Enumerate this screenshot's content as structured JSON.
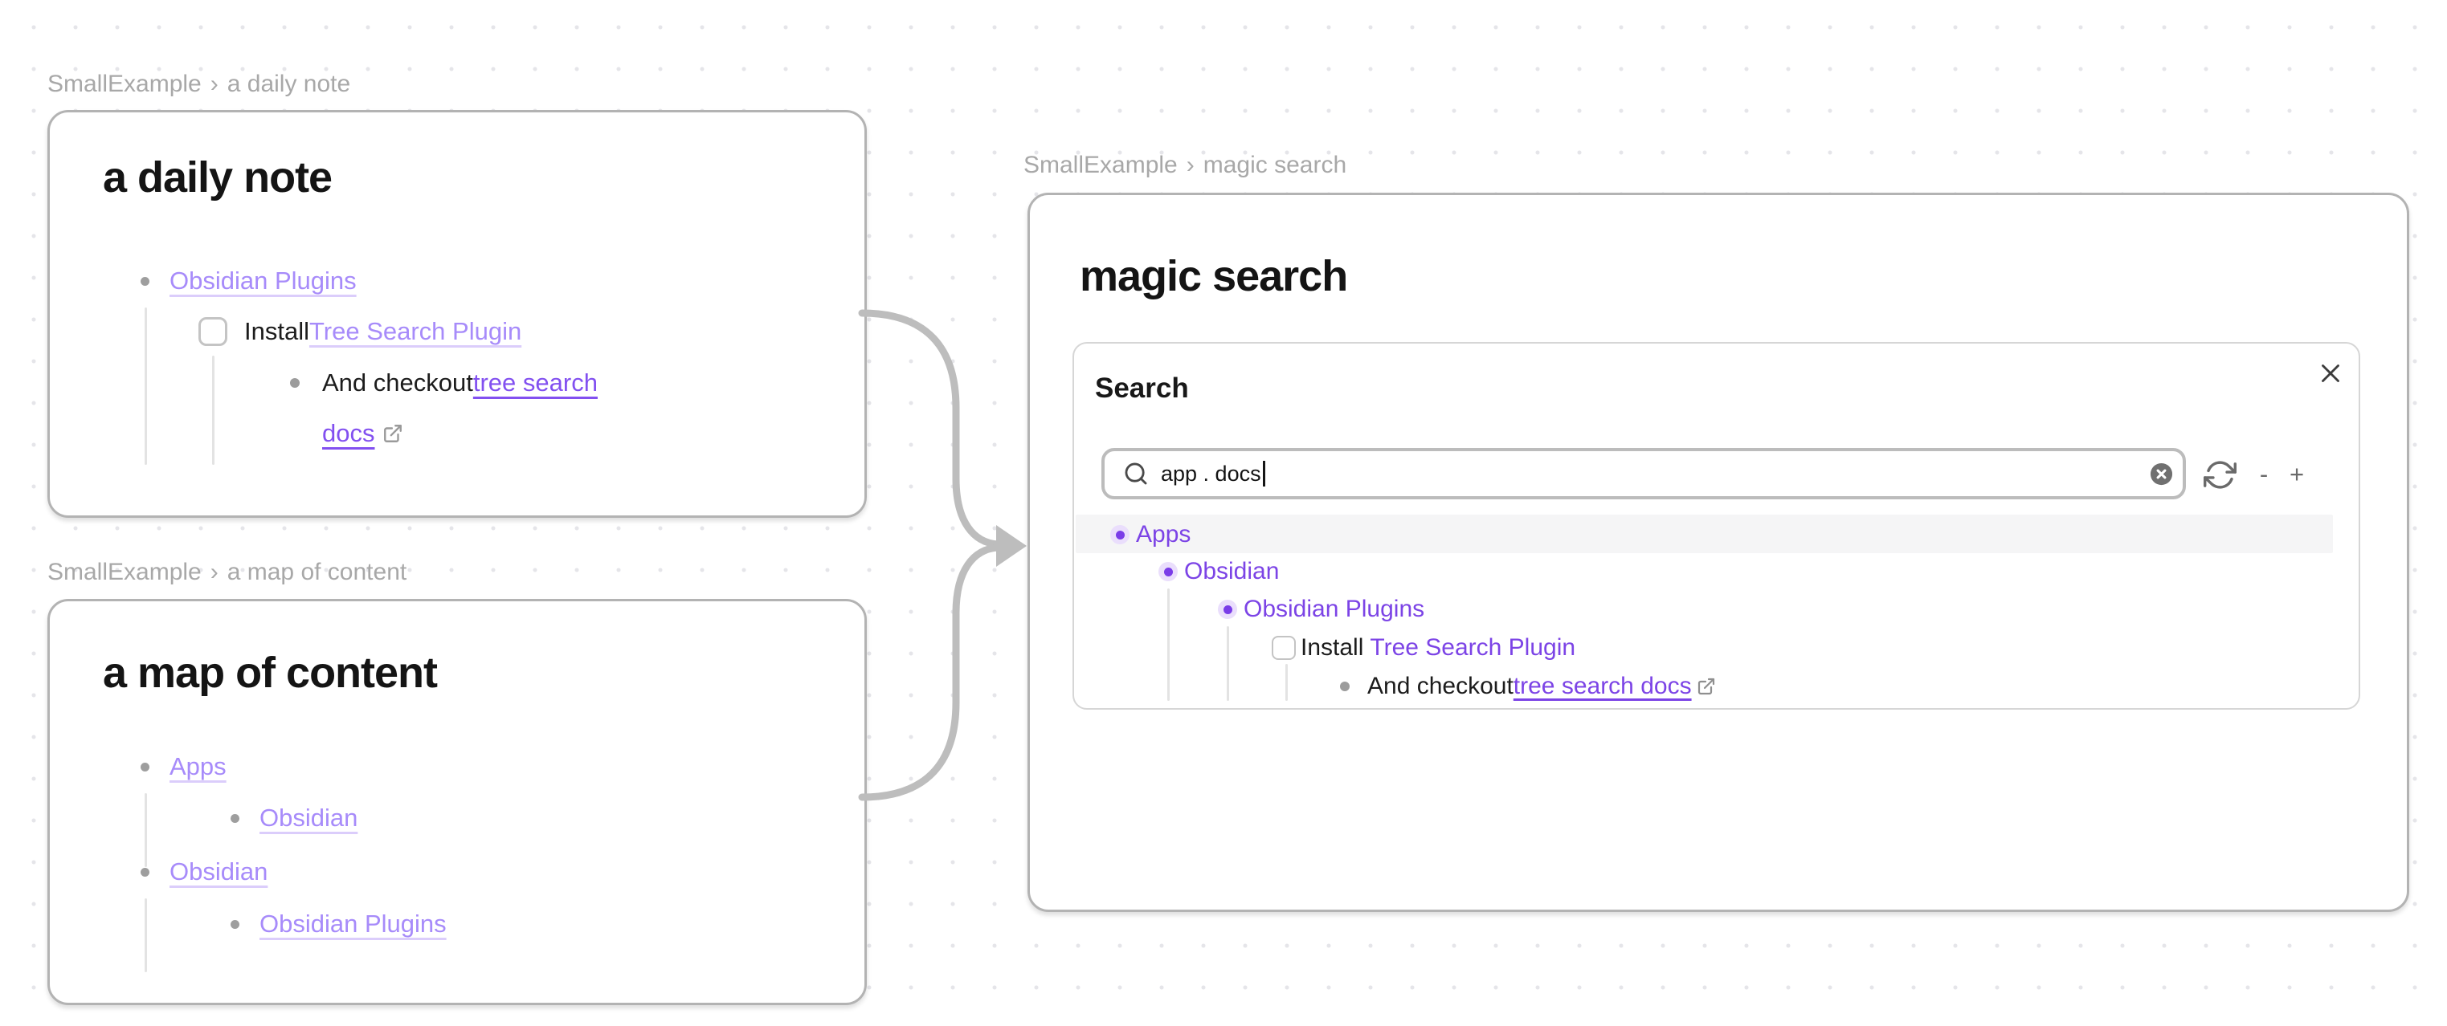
{
  "breadcrumbs": {
    "daily_note": {
      "vault": "SmallExample",
      "separator": "›",
      "page": "a daily note"
    },
    "map_of_content": {
      "vault": "SmallExample",
      "separator": "›",
      "page": "a map of content"
    },
    "magic_search": {
      "vault": "SmallExample",
      "separator": "›",
      "page": "magic search"
    }
  },
  "daily_note": {
    "title": "a daily note",
    "items": {
      "obsidian_plugins": {
        "label": "Obsidian Plugins"
      },
      "install_task": {
        "checked": false,
        "prefix": "Install ",
        "link": "Tree Search Plugin"
      },
      "checkout": {
        "prefix": "And checkout ",
        "link_line1": "tree search",
        "link_line2": "docs",
        "external_icon": "external-link"
      }
    }
  },
  "map_of_content": {
    "title": "a map of content",
    "items": {
      "apps": {
        "label": "Apps"
      },
      "obsidian_nested": {
        "label": "Obsidian"
      },
      "obsidian": {
        "label": "Obsidian"
      },
      "obsidian_plugins": {
        "label": "Obsidian Plugins"
      }
    }
  },
  "magic_search": {
    "title": "magic search",
    "panel": {
      "heading": "Search",
      "close_icon": "x",
      "search": {
        "value": "app . docs",
        "icon": "magnifier",
        "clear_icon": "circle-x"
      },
      "toolbar": {
        "refresh_icon": "refresh-cw",
        "zoom_out": "-",
        "zoom_in": "+"
      },
      "results": {
        "apps": {
          "label": "Apps",
          "highlighted": true
        },
        "obsidian": {
          "label": "Obsidian"
        },
        "obsidian_plugins": {
          "label": "Obsidian Plugins"
        },
        "install_task": {
          "checked": false,
          "prefix": "Install",
          "link": "Tree Search Plugin"
        },
        "checkout": {
          "prefix": "And checkout ",
          "link": "tree search docs",
          "external_icon": "external-link"
        }
      }
    }
  },
  "colors": {
    "link_light": "#a78bfa",
    "link_strong": "#7c44e6",
    "card_border": "#b3b3b3",
    "highlight_row": "#f5f5f6",
    "arrow": "#bdbdbd"
  }
}
